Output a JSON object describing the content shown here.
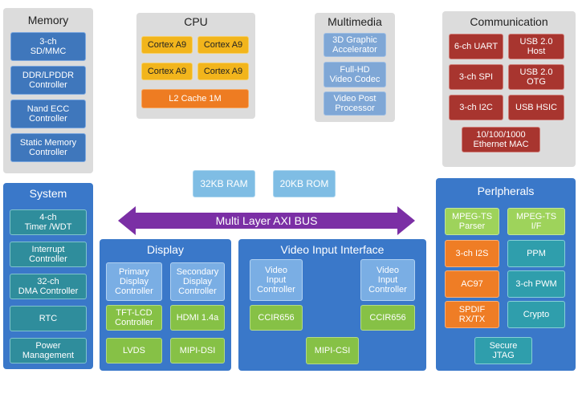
{
  "memory": {
    "title": "Memory",
    "items": [
      "3-ch\nSD/MMC",
      "DDR/LPDDR\nController",
      "Nand ECC\nController",
      "Static Memory\nController"
    ]
  },
  "cpu": {
    "title": "CPU",
    "cores": [
      "Cortex A9",
      "Cortex A9",
      "Cortex A9",
      "Cortex A9"
    ],
    "cache": "L2 Cache 1M"
  },
  "multimedia": {
    "title": "Multimedia",
    "items": [
      "3D Graphic\nAccelerator",
      "Full-HD\nVideo Codec",
      "Video Post\nProcessor"
    ]
  },
  "communication": {
    "title": "Communication",
    "items": [
      "6-ch UART",
      "USB 2.0\nHost",
      "3-ch SPI",
      "USB 2.0\nOTG",
      "3-ch I2C",
      "USB HSIC",
      "10/100/1000\nEthernet MAC"
    ]
  },
  "system": {
    "title": "System",
    "items": [
      "4-ch\nTimer /WDT",
      "Interrupt\nController",
      "32-ch\nDMA Controller",
      "RTC",
      "Power\nManagement"
    ]
  },
  "ram": "32KB RAM",
  "rom": "20KB ROM",
  "bus": {
    "label": "Multi Layer AXI BUS",
    "color": "#7b2fa5"
  },
  "display": {
    "title": "Display",
    "primary": "Primary\nDisplay\nController",
    "secondary": "Secondary\nDisplay\nController",
    "tftlcd": "TFT-LCD\nController",
    "hdmi": "HDMI 1.4a",
    "lvds": "LVDS",
    "mipidsi": "MIPI-DSI"
  },
  "video_input": {
    "title": "Video Input Interface",
    "vic1": "Video\nInput\nController",
    "vic2": "Video\nInput\nController",
    "ccir1": "CCIR656",
    "ccir2": "CCIR656",
    "mipicsi": "MIPI-CSI"
  },
  "peripherals": {
    "title": "Perlpherals",
    "items": [
      "MPEG-TS\nParser",
      "MPEG-TS\nI/F",
      "3-ch I2S",
      "PPM",
      "AC97",
      "3-ch PWM",
      "SPDIF\nRX/TX",
      "Crypto"
    ],
    "jtag": "Secure\nJTAG"
  },
  "colors": {
    "panel_blue": "#3a78c9",
    "panel_gray": "#dcdcdc",
    "bus_purple": "#7b2fa5"
  }
}
